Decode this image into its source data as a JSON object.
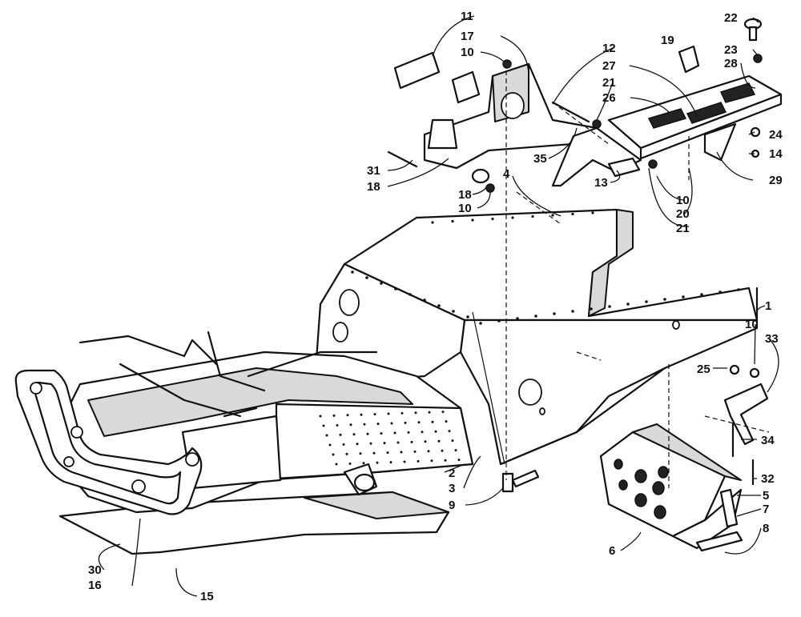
{
  "diagram": {
    "callouts": [
      {
        "id": "c11",
        "label": "11"
      },
      {
        "id": "c17",
        "label": "17"
      },
      {
        "id": "c10a",
        "label": "10"
      },
      {
        "id": "c12",
        "label": "12"
      },
      {
        "id": "c27",
        "label": "27"
      },
      {
        "id": "c21a",
        "label": "21"
      },
      {
        "id": "c26",
        "label": "26"
      },
      {
        "id": "c19",
        "label": "19"
      },
      {
        "id": "c22",
        "label": "22"
      },
      {
        "id": "c23",
        "label": "23"
      },
      {
        "id": "c28",
        "label": "28"
      },
      {
        "id": "c24",
        "label": "24"
      },
      {
        "id": "c14",
        "label": "14"
      },
      {
        "id": "c29",
        "label": "29"
      },
      {
        "id": "c35",
        "label": "35"
      },
      {
        "id": "c4",
        "label": "4"
      },
      {
        "id": "c13",
        "label": "13"
      },
      {
        "id": "c10b",
        "label": "10"
      },
      {
        "id": "c20",
        "label": "20"
      },
      {
        "id": "c21b",
        "label": "21"
      },
      {
        "id": "c31",
        "label": "31"
      },
      {
        "id": "c18a",
        "label": "18"
      },
      {
        "id": "c18b",
        "label": "18"
      },
      {
        "id": "c10c",
        "label": "10"
      },
      {
        "id": "c1",
        "label": "1"
      },
      {
        "id": "c10d",
        "label": "10"
      },
      {
        "id": "c33",
        "label": "33"
      },
      {
        "id": "c25",
        "label": "25"
      },
      {
        "id": "c34",
        "label": "34"
      },
      {
        "id": "c32",
        "label": "32"
      },
      {
        "id": "c5",
        "label": "5"
      },
      {
        "id": "c7",
        "label": "7"
      },
      {
        "id": "c8",
        "label": "8"
      },
      {
        "id": "c6",
        "label": "6"
      },
      {
        "id": "c2",
        "label": "2"
      },
      {
        "id": "c3",
        "label": "3"
      },
      {
        "id": "c9",
        "label": "9"
      },
      {
        "id": "c30",
        "label": "30"
      },
      {
        "id": "c16",
        "label": "16"
      },
      {
        "id": "c15",
        "label": "15"
      }
    ]
  }
}
